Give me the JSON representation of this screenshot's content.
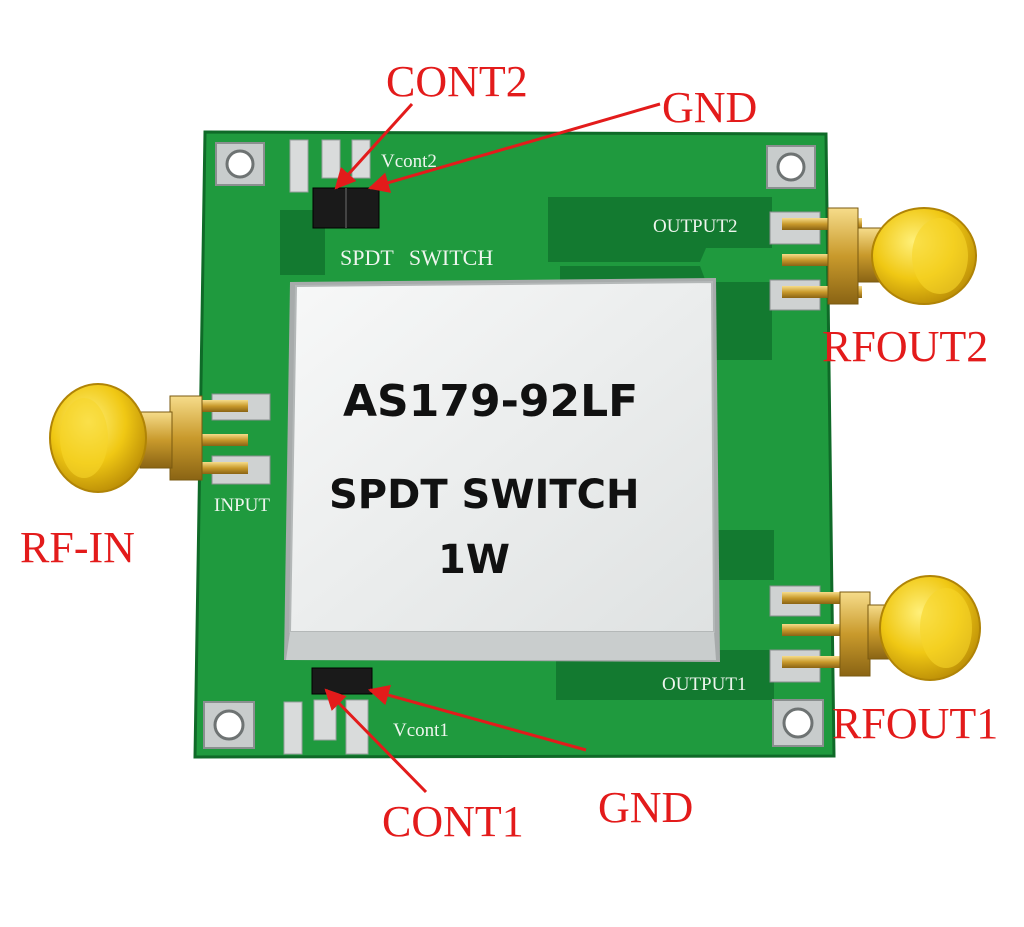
{
  "module": {
    "part_number": "AS179-92LF",
    "function": "SPDT SWITCH",
    "power": "1W"
  },
  "silkscreen": {
    "vcont2": "Vcont2",
    "vcont1": "Vcont1",
    "board_title": "SPDT SWITCH",
    "output2": "OUTPUT2",
    "output1": "OUTPUT1",
    "input": "INPUT"
  },
  "callouts": {
    "cont2": "CONT2",
    "gnd_top": "GND",
    "rfout2": "RFOUT2",
    "rf_in": "RF-IN",
    "rfout1": "RFOUT1",
    "cont1": "CONT1",
    "gnd_bottom": "GND"
  },
  "colors": {
    "pcb": "#1f9a3e",
    "callout_text": "#e31b1b",
    "sma_connector": "#e8c20c",
    "shield": "#eef0f0"
  }
}
